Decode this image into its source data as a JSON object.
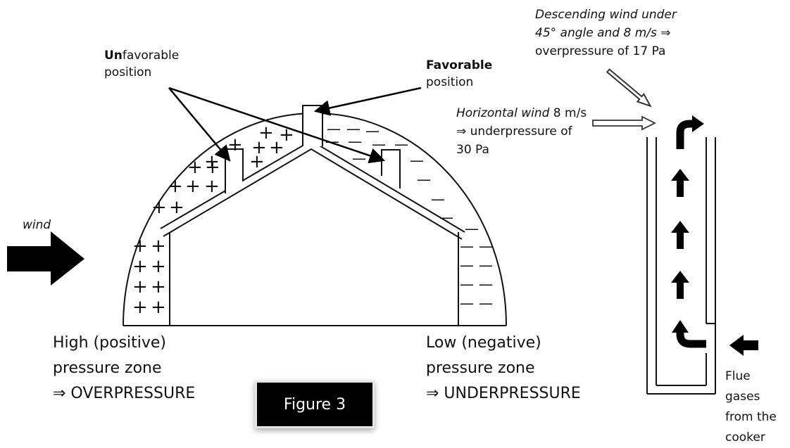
{
  "labels": {
    "unfavorable_bold": "Un",
    "unfavorable_rest": "favorable",
    "unfavorable_line2": "position",
    "favorable_bold": "Favorable",
    "favorable_line2": "position",
    "descending_line1": "Descending wind under",
    "descending_line2_it": "45° angle and 8 m/s",
    "descending_line2_sym": " ⇒",
    "descending_line3": "overpressure of 17 Pa",
    "horizontal_it": "Horizontal wind",
    "horizontal_rest": " 8 m/s",
    "horizontal_line2": "⇒ underpressure of",
    "horizontal_line3": "30 Pa",
    "wind": "wind",
    "high_line1": "High (positive)",
    "high_line2": "pressure zone",
    "high_line3": "⇒ OVERPRESSURE",
    "low_line1": "Low (negative)",
    "low_line2": "pressure zone",
    "low_line3": "⇒ UNDERPRESSURE",
    "flue_line1": "Flue",
    "flue_line2": "gases",
    "flue_line3": "from the",
    "flue_line4": "cooker",
    "figure": "Figure 3",
    "plus": "+",
    "minus": "—"
  }
}
